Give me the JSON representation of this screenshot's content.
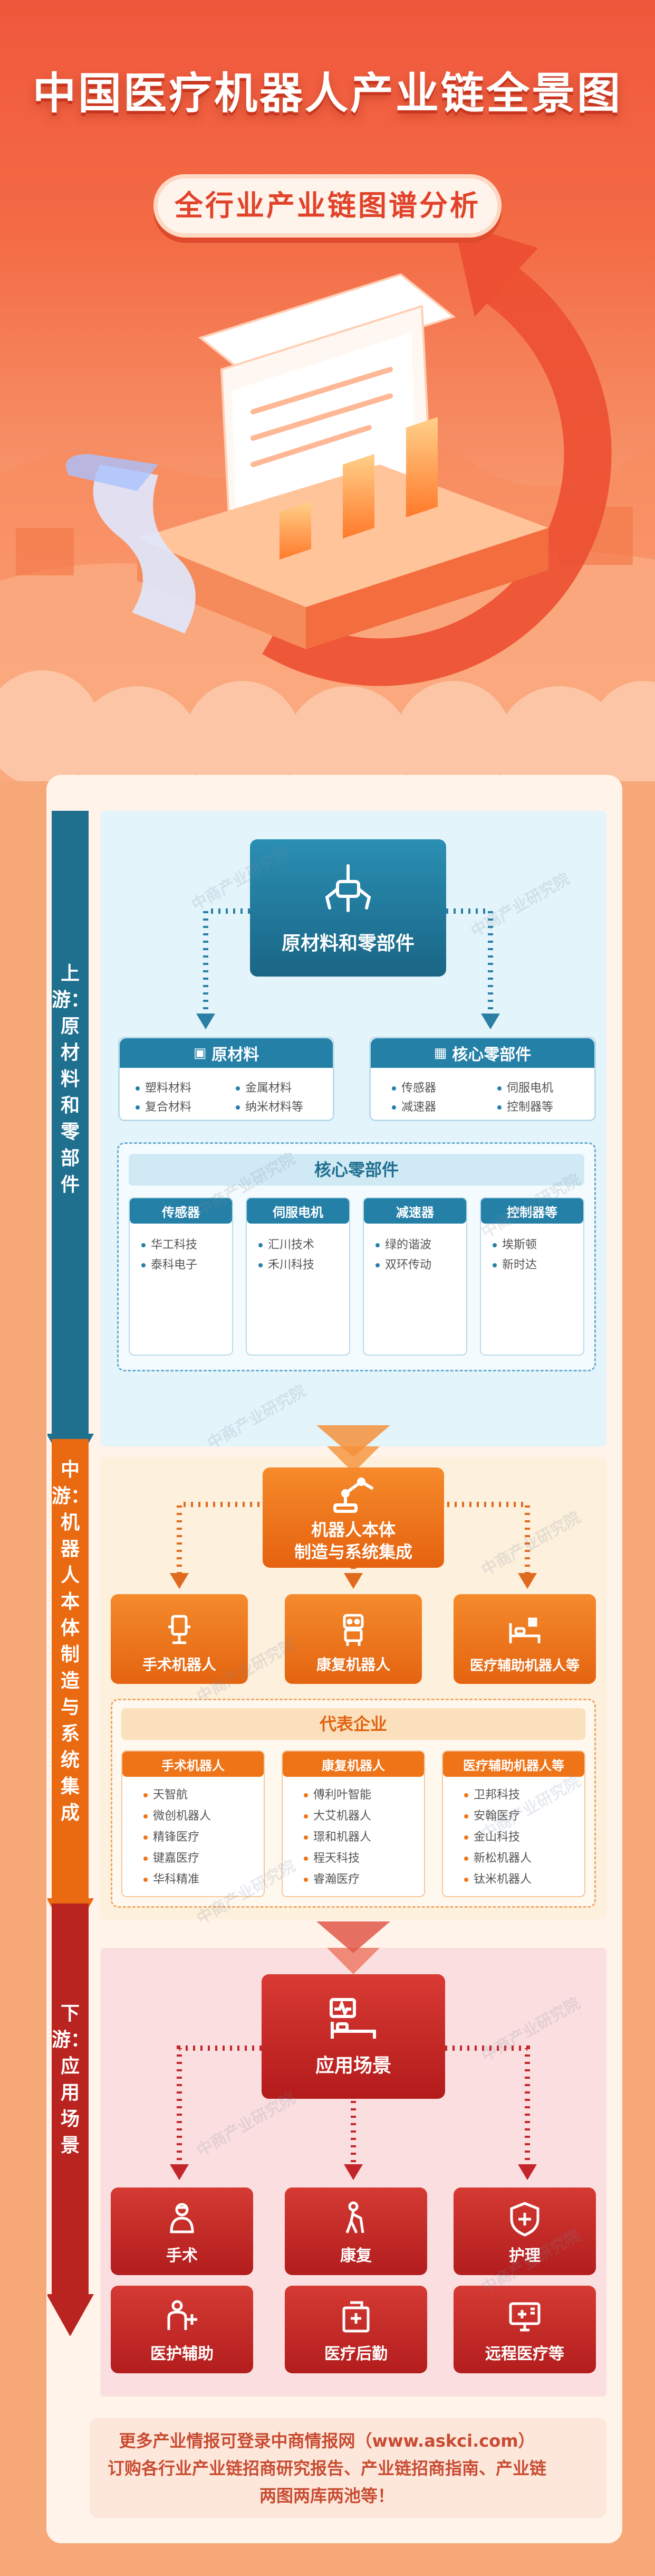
{
  "header": {
    "title": "中国医疗机器人产业链全景图",
    "subtitle": "全行业产业链图谱分析"
  },
  "upstream": {
    "side_label": "上游：原材料和零部件",
    "center": "原材料和零部件",
    "raw": {
      "title": "原材料",
      "items": [
        "塑料材料",
        "金属材料",
        "复合材料",
        "纳米材料等"
      ]
    },
    "core": {
      "title": "核心零部件",
      "items": [
        "传感器",
        "伺服电机",
        "减速器",
        "控制器等"
      ]
    },
    "core_detail": {
      "title": "核心零部件",
      "columns": [
        {
          "name": "传感器",
          "items": [
            "华工科技",
            "泰科电子"
          ]
        },
        {
          "name": "伺服电机",
          "items": [
            "汇川技术",
            "禾川科技"
          ]
        },
        {
          "name": "减速器",
          "items": [
            "绿的谐波",
            "双环传动"
          ]
        },
        {
          "name": "控制器等",
          "items": [
            "埃斯顿",
            "新时达"
          ]
        }
      ]
    }
  },
  "midstream": {
    "side_label": "中游：机器人本体制造与系统集成",
    "center_line1": "机器人本体",
    "center_line2": "制造与系统集成",
    "types": [
      "手术机器人",
      "康复机器人",
      "医疗辅助机器人等"
    ],
    "companies": {
      "title": "代表企业",
      "columns": [
        {
          "name": "手术机器人",
          "items": [
            "天智航",
            "微创机器人",
            "精锋医疗",
            "键嘉医疗",
            "华科精准"
          ]
        },
        {
          "name": "康复机器人",
          "items": [
            "傅利叶智能",
            "大艾机器人",
            "璟和机器人",
            "程天科技",
            "睿瀚医疗"
          ]
        },
        {
          "name": "医疗辅助机器人等",
          "items": [
            "卫邦科技",
            "安翰医疗",
            "金山科技",
            "新松机器人",
            "钛米机器人"
          ]
        }
      ]
    }
  },
  "downstream": {
    "side_label": "下游：应用场景",
    "center": "应用场景",
    "scenes": [
      "手术",
      "康复",
      "护理",
      "医护辅助",
      "医疗后勤",
      "远程医疗等"
    ]
  },
  "footer": {
    "line1": "更多产业情报可登录中商情报网（www.askci.com）",
    "line2": "订购各行业产业链招商研究报告、产业链招商指南、产业链",
    "line3": "两图两库两池等！"
  },
  "watermark": "中商产业研究院",
  "colors": {
    "upstream": "#1f7a9a",
    "midstream": "#ef7417",
    "downstream": "#c8241f"
  }
}
